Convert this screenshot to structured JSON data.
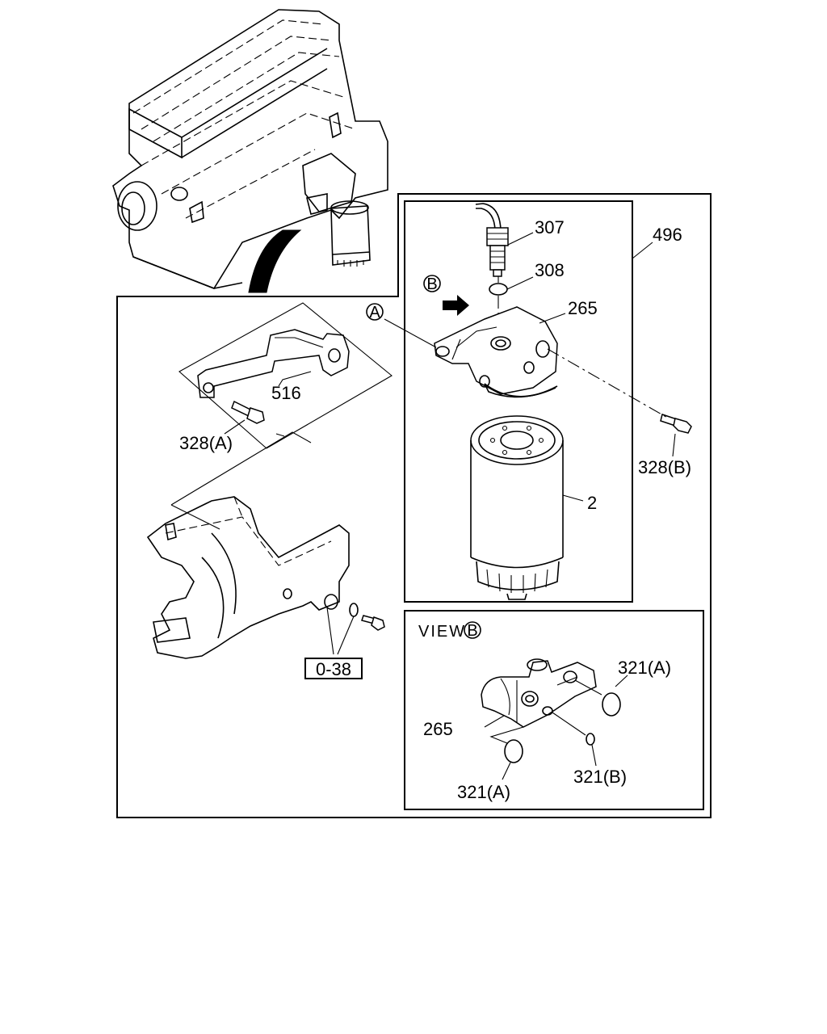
{
  "callouts": {
    "p307": "307",
    "p308": "308",
    "p496": "496",
    "p265_top": "265",
    "p516": "516",
    "p328a": "328(A)",
    "p328b": "328(B)",
    "p2": "2",
    "ref_o38": "0-38",
    "view_label": "VIEW",
    "view_letter": "B",
    "p321a_right": "321(A)",
    "p265_view": "265",
    "p321b": "321(B)",
    "p321a_bottom": "321(A)"
  },
  "markers": {
    "a": "A",
    "b": "B"
  }
}
